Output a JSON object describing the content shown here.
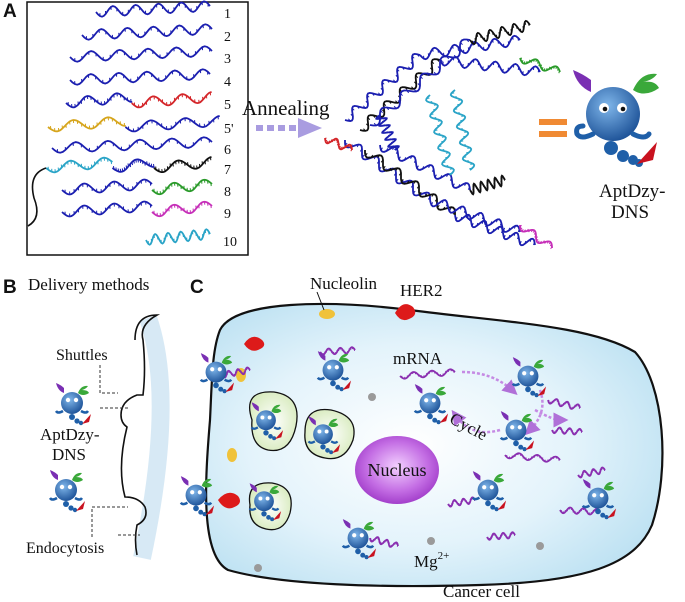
{
  "panel_a": {
    "label": "A",
    "strand_numbers": [
      "1",
      "2",
      "3",
      "4",
      "5",
      "5'",
      "6",
      "7",
      "8",
      "9",
      "10"
    ],
    "annealing_label": "Annealing",
    "equals_sign": "=",
    "product_name_line1": "AptDzy-",
    "product_name_line2": "DNS"
  },
  "panel_b": {
    "label": "B",
    "title": "Delivery methods",
    "shuttles_label": "Shuttles",
    "product_line1": "AptDzy-",
    "product_line2": "DNS",
    "endocytosis_label": "Endocytosis"
  },
  "panel_c": {
    "label": "C",
    "nucleolin_label": "Nucleolin",
    "her2_label": "HER2",
    "mrna_label": "mRNA",
    "cycle_label": "Cycle",
    "nucleus_label": "Nucleus",
    "mg_label": "Mg",
    "mg_superscript": "2+",
    "cell_label": "Cancer cell"
  },
  "colors": {
    "dna_blue": "#1b1fb0",
    "dna_black": "#111111",
    "strand_red": "#d4262a",
    "strand_yellow": "#d6a51c",
    "strand_cyan": "#2aa4c7",
    "strand_green": "#2a9a2a",
    "strand_magenta": "#c62fb8",
    "arrow_lavender": "#a99ce0",
    "equals_orange": "#f08a33",
    "cell_fill": "#dff1fb",
    "nucleus_purple": "#b64fd6",
    "mrna_purple": "#8a2fb0",
    "robot_blue": "#1f5fa8"
  }
}
